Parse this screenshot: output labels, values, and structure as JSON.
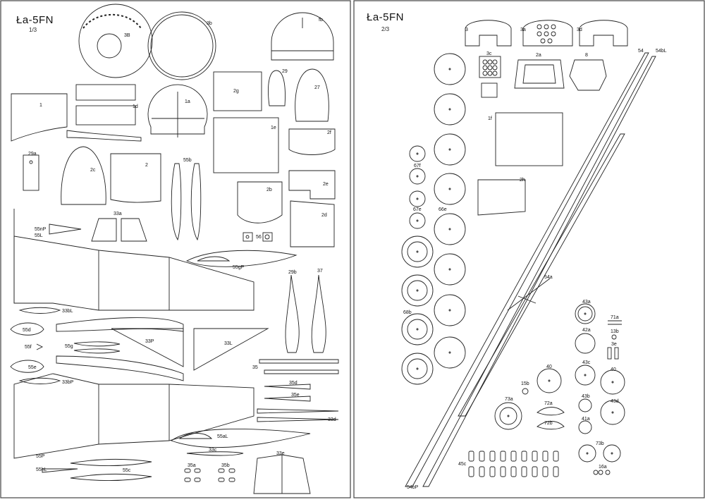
{
  "sheets": [
    {
      "title": "Ła-5FN",
      "page": "1/3"
    },
    {
      "title": "Ła-5FN",
      "page": "2/3"
    }
  ],
  "labels": {
    "l3B": "3B",
    "l3b": "3b",
    "lfb": "fb",
    "l1": "1",
    "l1d": "1d",
    "l1a": "1a",
    "l2g": "2g",
    "l29": "29",
    "l27": "27",
    "l1e": "1e",
    "l2f": "2f",
    "l29a": "29a",
    "l2c": "2c",
    "l2": "2",
    "l55b": "55b",
    "l2e": "2e",
    "l2b": "2b",
    "l2d": "2d",
    "l33a": "33a",
    "l55nP": "55nP",
    "l55L": "55L",
    "l56": "56",
    "l55gP": "55gP",
    "l29b": "29b",
    "l37": "37",
    "l33bL": "33bL",
    "l55d": "55d",
    "l55f": "55f",
    "l55g": "55g",
    "l33P": "33P",
    "l33L": "33L",
    "l55e": "55e",
    "l33bP": "33bP",
    "l35": "35",
    "l35d": "35d",
    "l35e": "35e",
    "l33d": "33d",
    "l55aL": "55aL",
    "l33c": "33c",
    "l35a": "35a",
    "l35b": "35b",
    "l33e": "33e",
    "l55P": "55P",
    "l55hL": "55hL",
    "l55c": "55c",
    "r3": "3",
    "r3a": "3a",
    "r3d": "3d",
    "r3c": "3c",
    "r2a": "2a",
    "r8": "8",
    "r54": "54",
    "r54bL": "54bL",
    "r1f": "1f",
    "r67f": "67f",
    "r2h": "2h",
    "r67e": "67e",
    "r66e": "66e",
    "r54a": "54a",
    "r68b": "68b",
    "r43a": "43a",
    "r71a": "71a",
    "r42a": "42a",
    "r13b": "13b",
    "r3e": "3e",
    "r43c": "43c",
    "r40a": "40",
    "r40b": "40",
    "r15b": "15b",
    "r73a": "73a",
    "r72a": "72a",
    "r43b": "43b",
    "r43d": "43d",
    "r72b": "72b",
    "r41a": "41a",
    "r73b": "73b",
    "r45c": "45c",
    "r16a": "16a",
    "r54bP": "54bP"
  }
}
